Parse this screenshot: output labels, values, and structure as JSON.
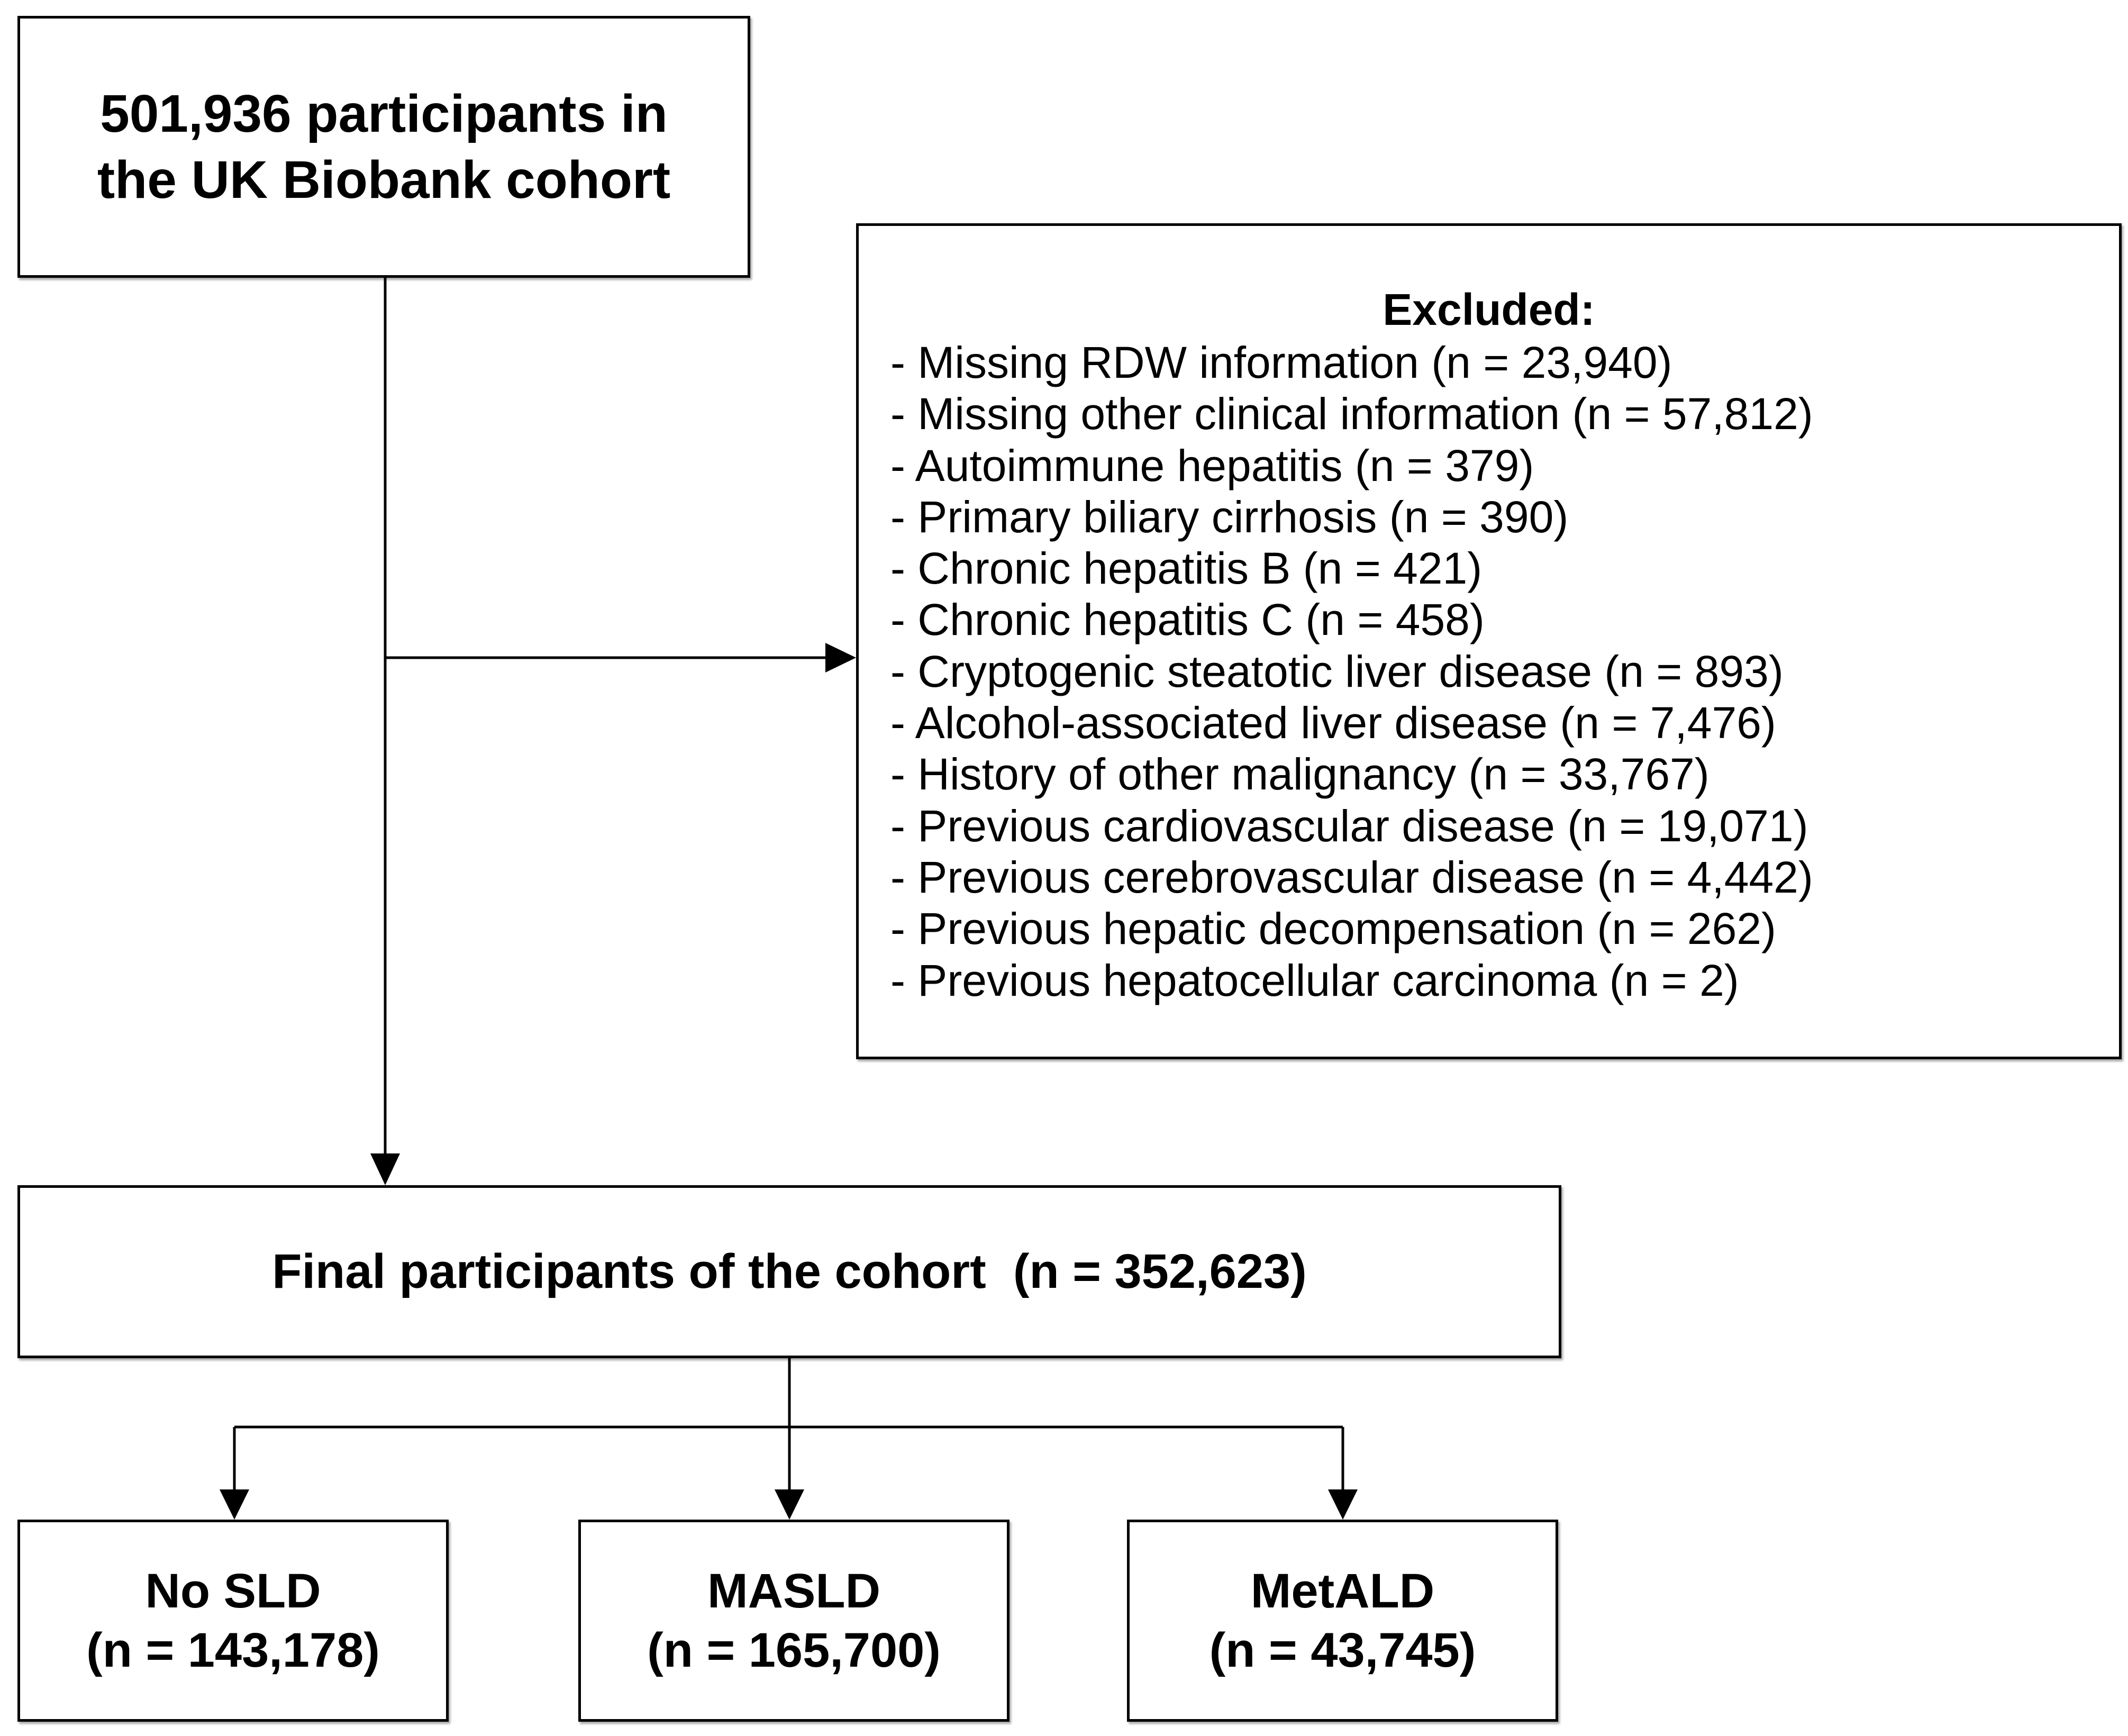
{
  "start_box": {
    "line1": "501,936 participants in",
    "line2": "the UK Biobank cohort"
  },
  "excluded_box": {
    "title": "Excluded:",
    "items": [
      "- Missing RDW information (n = 23,940)",
      "- Missing other clinical information (n = 57,812)",
      "- Autoimmune hepatitis (n = 379)",
      "- Primary biliary cirrhosis (n = 390)",
      "- Chronic hepatitis B (n = 421)",
      "- Chronic hepatitis C (n = 458)",
      "- Cryptogenic steatotic liver disease (n = 893)",
      "- Alcohol-associated liver disease (n = 7,476)",
      "- History of other malignancy (n = 33,767)",
      "- Previous cardiovascular disease (n = 19,071)",
      "- Previous cerebrovascular disease (n = 4,442)",
      "- Previous hepatic decompensation (n = 262)",
      "- Previous hepatocellular carcinoma (n = 2)"
    ]
  },
  "final_box": {
    "label": "Final participants of the cohort  (n = 352,623)"
  },
  "groups": [
    {
      "name": "No SLD",
      "count": "(n = 143,178)"
    },
    {
      "name": "MASLD",
      "count": "(n = 165,700)"
    },
    {
      "name": "MetALD",
      "count": "(n = 43,745)"
    }
  ]
}
